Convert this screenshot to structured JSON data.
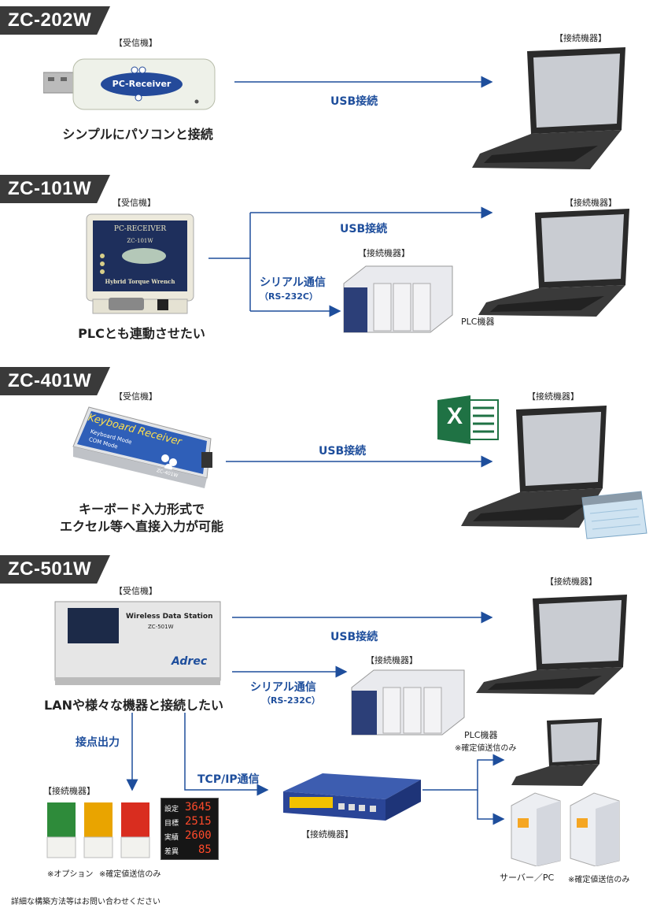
{
  "sections": {
    "zc202w": {
      "model": "ZC-202W",
      "receiver_label": "【受信機】",
      "device_label": "【接続機器】",
      "device_text": "PC-Receiver",
      "connection": "USB接続",
      "caption": "シンプルにパソコンと接続"
    },
    "zc101w": {
      "model": "ZC-101W",
      "receiver_label": "【受信機】",
      "device_label": "【接続機器】",
      "plc_device_label": "【接続機器】",
      "device_title": "PC-RECEIVER",
      "device_model": "ZC-101W",
      "device_foot": "Hybrid Torque Wrench",
      "usb": "USB接続",
      "serial": "シリアル通信",
      "serial_sub": "（RS-232C）",
      "plc_label": "PLC機器",
      "caption": "PLCとも連動させたい"
    },
    "zc401w": {
      "model": "ZC-401W",
      "receiver_label": "【受信機】",
      "device_label": "【接続機器】",
      "device_title": "Keyboard Receiver",
      "mode1": "Keyboard Mode",
      "mode2": "COM Mode",
      "device_model": "ZC-401W",
      "connection": "USB接続",
      "caption_line1": "キーボード入力形式で",
      "caption_line2": "エクセル等へ直接入力が可能",
      "excel_letter": "X"
    },
    "zc501w": {
      "model": "ZC-501W",
      "receiver_label": "【受信機】",
      "device_label_pc": "【接続機器】",
      "device_label_plc": "【接続機器】",
      "device_label_lamp": "【接続機器】",
      "device_label_hub": "【接続機器】",
      "station_title": "Wireless Data Station",
      "station_model": "ZC-501W",
      "station_brand": "Adrec",
      "usb": "USB接続",
      "serial": "シリアル通信",
      "serial_sub": "（RS-232C）",
      "plc_label": "PLC機器",
      "plc_note": "※確定値送信のみ",
      "caption": "LANや様々な機器と接続したい",
      "contact_output": "接点出力",
      "tcpip": "TCP/IP通信",
      "option_note": "※オプション",
      "display_note": "※確定値送信のみ",
      "server_label": "サーバー／PC",
      "server_note": "※確定値送信のみ",
      "display_rows": [
        {
          "label": "設定",
          "value": "3645"
        },
        {
          "label": "目標",
          "value": "2515"
        },
        {
          "label": "実績",
          "value": "2600"
        },
        {
          "label": "差異",
          "value": "85"
        }
      ]
    }
  },
  "footer_note": "詳細な構築方法等はお問い合わせください",
  "colors": {
    "tag_bg": "#3a3a3a",
    "blue": "#1e4e9c",
    "excel_green": "#1f7244"
  }
}
